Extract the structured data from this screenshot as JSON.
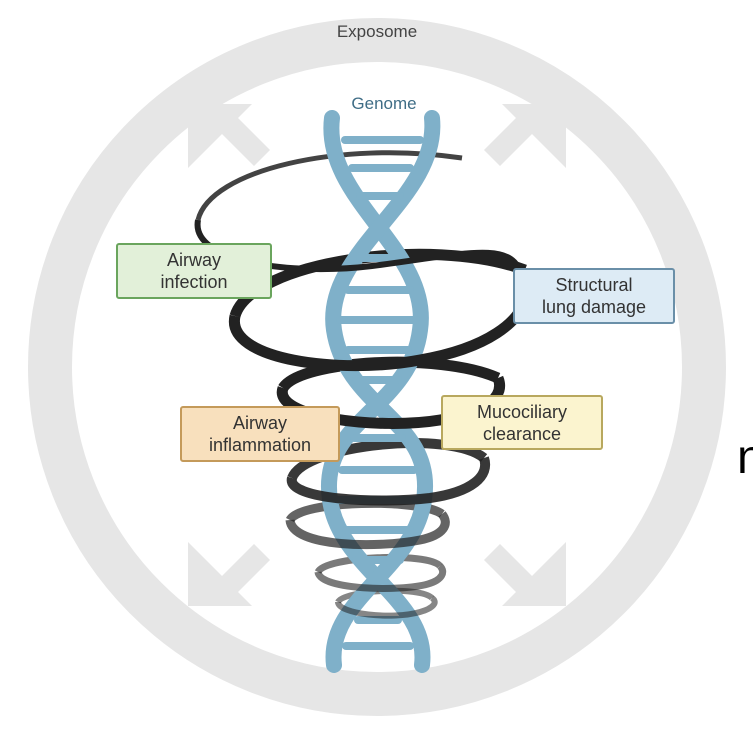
{
  "diagram": {
    "outer_label": "Exposome",
    "center_label": "Genome",
    "edge_fragment": "n",
    "factors": [
      {
        "id": "airway-infection",
        "text": "Airway\ninfection",
        "fill": "#e2f0d9",
        "border": "#6aa55d"
      },
      {
        "id": "structural-lung-damage",
        "text": "Structural\nlung damage",
        "fill": "#ddebf5",
        "border": "#6a8fa8"
      },
      {
        "id": "airway-inflammation",
        "text": "Airway\ninflammation",
        "fill": "#f8e0bd",
        "border": "#c49a5a"
      },
      {
        "id": "mucociliary-clearance",
        "text": "Mucociliary\nclearance",
        "fill": "#fbf4cf",
        "border": "#b8a85e"
      }
    ]
  },
  "colors": {
    "ring": "#e6e6e6",
    "dna": "#7fb0c9",
    "spiral": "#222222",
    "title_text": "#444444",
    "genome_text": "#3f6d86"
  }
}
